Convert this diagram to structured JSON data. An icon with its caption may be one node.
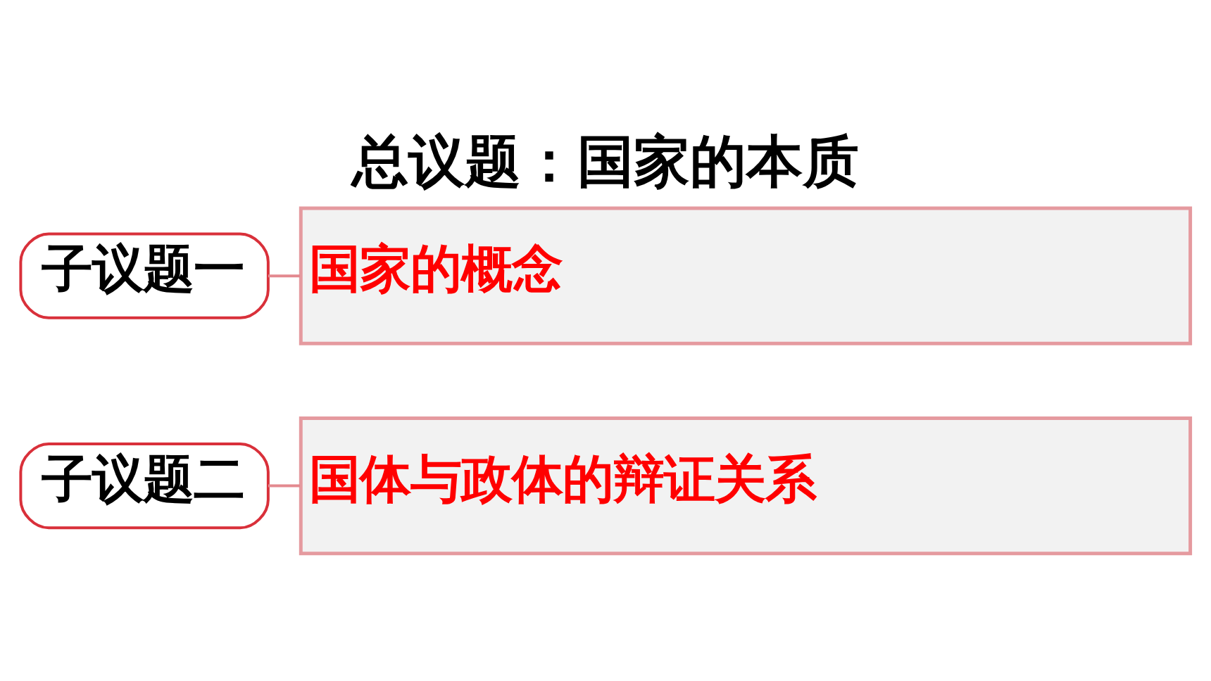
{
  "diagram": {
    "title": "总议题：国家的本质",
    "nodes": [
      {
        "text": [
          "子议题一"
        ]
      },
      {
        "text": [
          "国家的概念"
        ]
      },
      {
        "text": [
          "子议题二"
        ]
      },
      {
        "text": [
          "国体与政体的辩证关系"
        ]
      }
    ],
    "edges": [
      {
        "from": 0,
        "to": 1,
        "arrow": "none"
      },
      {
        "from": 2,
        "to": 3,
        "arrow": "none"
      }
    ]
  }
}
